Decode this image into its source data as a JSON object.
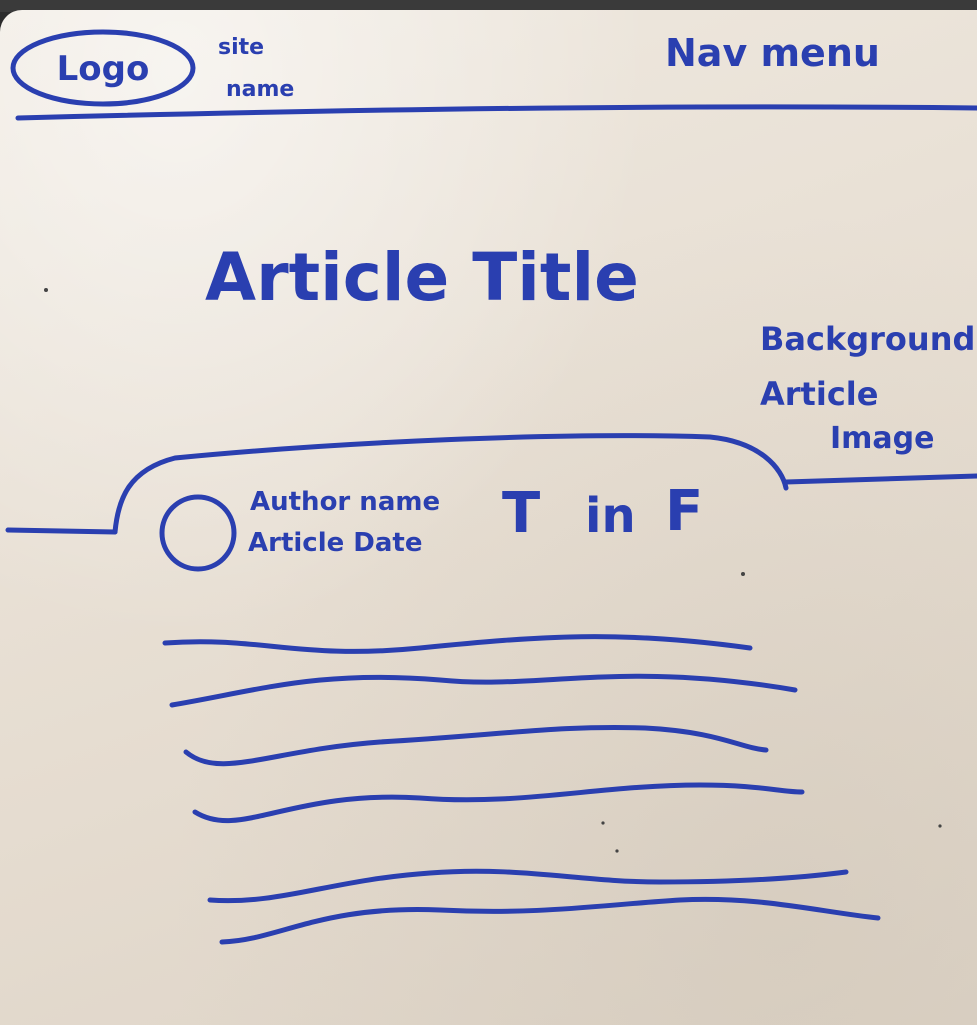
{
  "header": {
    "logo": "Logo",
    "site_name_line1": "site",
    "site_name_line2": "name",
    "nav": "Nav menu"
  },
  "hero": {
    "title": "Article Title",
    "bg_note_line1": "Background",
    "bg_note_line2": "Article",
    "bg_note_line3": "Image"
  },
  "byline": {
    "author": "Author name",
    "date": "Article Date",
    "social": [
      "T",
      "in",
      "F"
    ]
  },
  "body": {
    "paragraph_lines": 6
  },
  "colors": {
    "ink": "#2a3fb0",
    "board": "#ebe4da"
  }
}
